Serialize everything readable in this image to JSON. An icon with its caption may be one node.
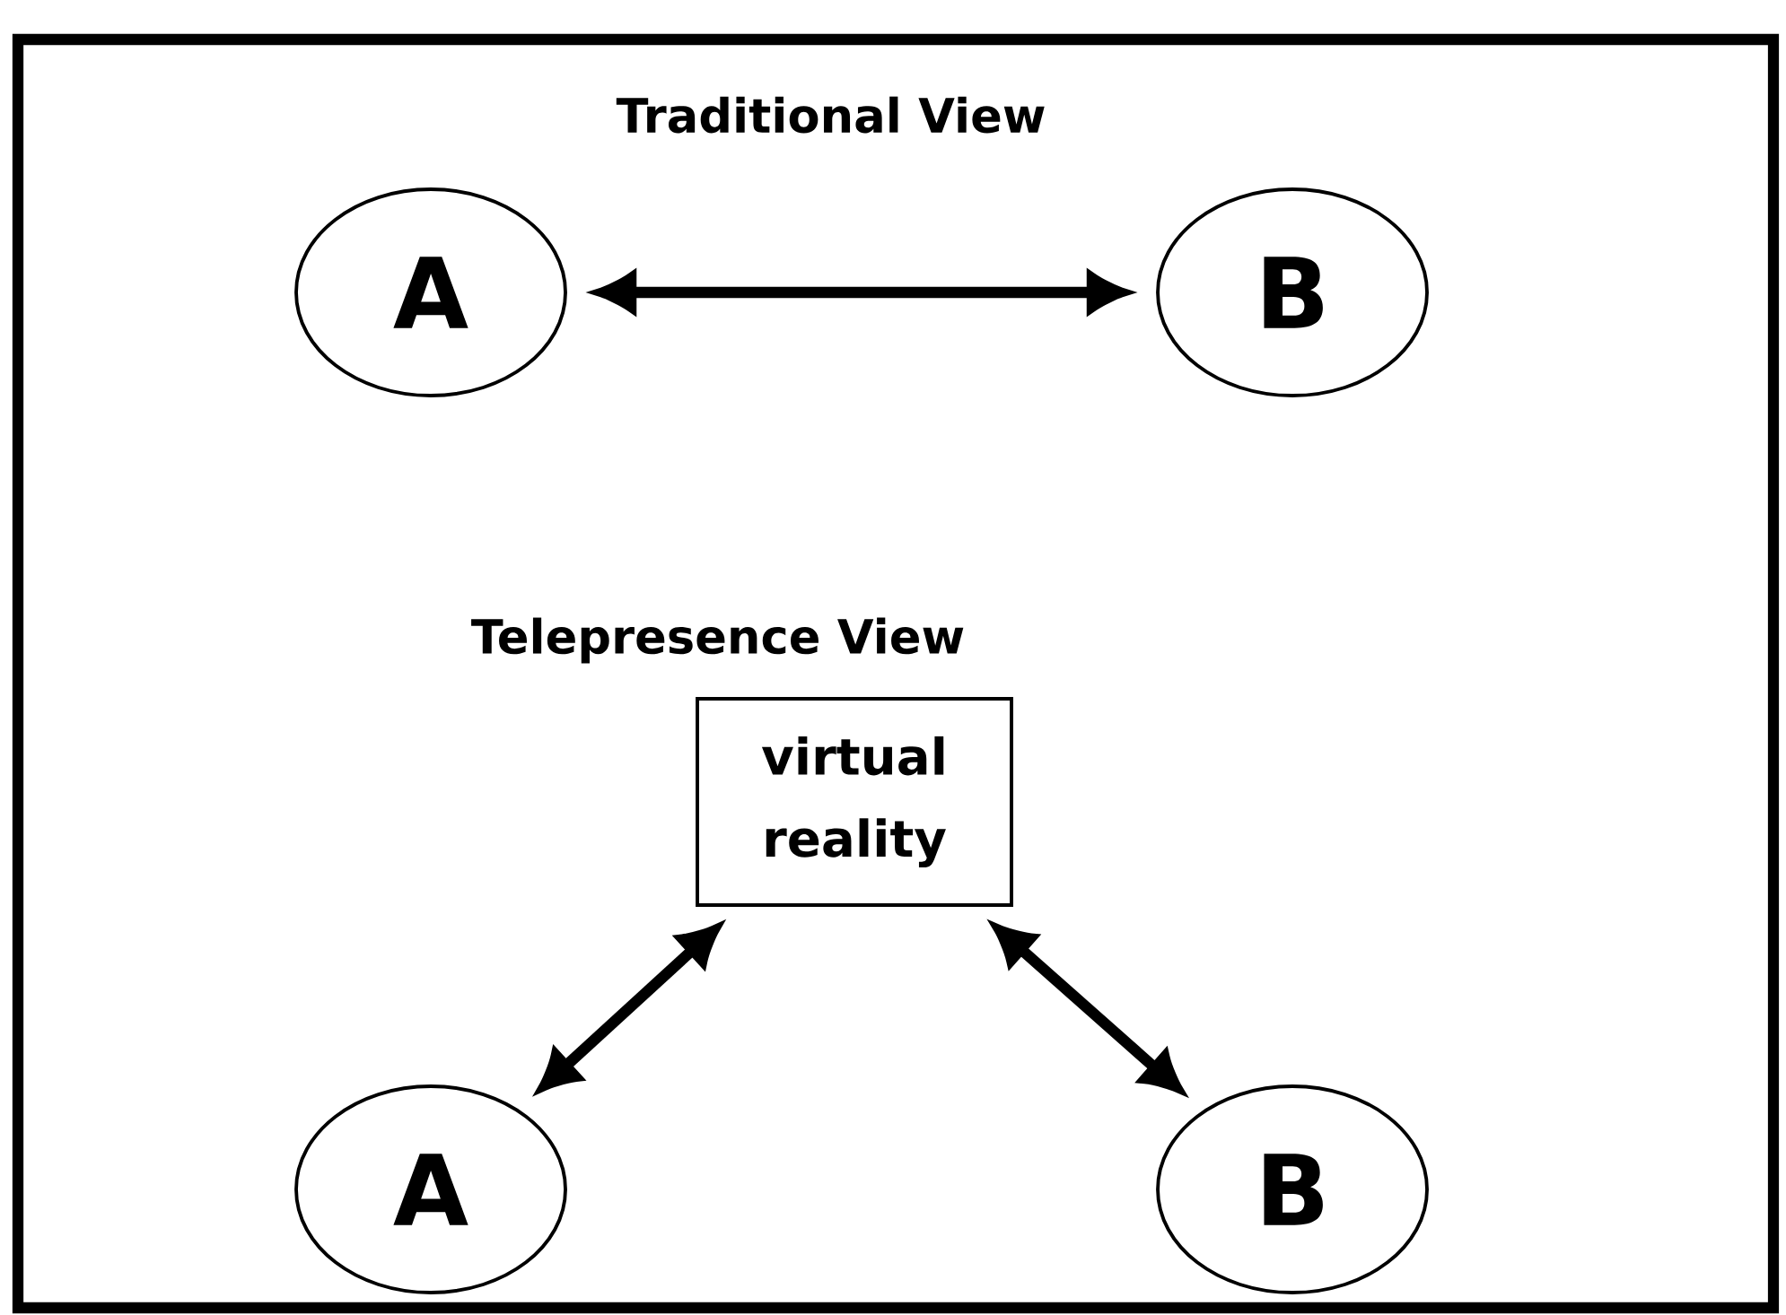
{
  "diagram": {
    "nodes": [
      {
        "text": [
          "A"
        ]
      },
      {
        "text": [
          "B"
        ]
      },
      {
        "text": [
          "virtual reality"
        ]
      },
      {
        "text": [
          "A"
        ]
      },
      {
        "text": [
          "B"
        ]
      }
    ],
    "edges": [
      {
        "from": 0,
        "to": 1,
        "arrow": "both"
      },
      {
        "from": 2,
        "to": 3,
        "arrow": "both"
      },
      {
        "from": 2,
        "to": 4,
        "arrow": "both"
      }
    ],
    "labels": [
      "Traditional View",
      "Telepresence View"
    ]
  }
}
